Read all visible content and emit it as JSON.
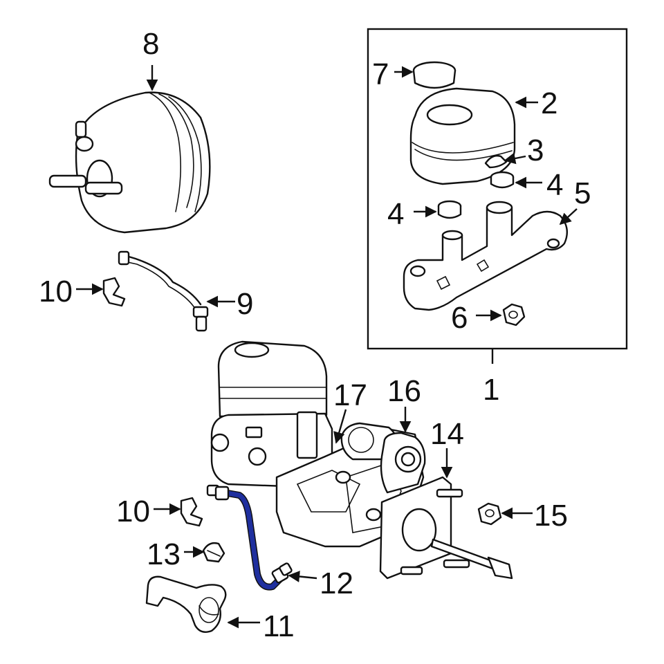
{
  "callouts": {
    "c1": "1",
    "c2": "2",
    "c3": "3",
    "c4a": "4",
    "c4b": "4",
    "c5": "5",
    "c6": "6",
    "c7": "7",
    "c8": "8",
    "c9": "9",
    "c10a": "10",
    "c10b": "10",
    "c11": "11",
    "c12": "12",
    "c13": "13",
    "c14": "14",
    "c15": "15",
    "c16": "16",
    "c17": "17"
  },
  "colors": {
    "highlighted_part": "#1f2f9e",
    "line": "#111111",
    "background": "#ffffff"
  }
}
